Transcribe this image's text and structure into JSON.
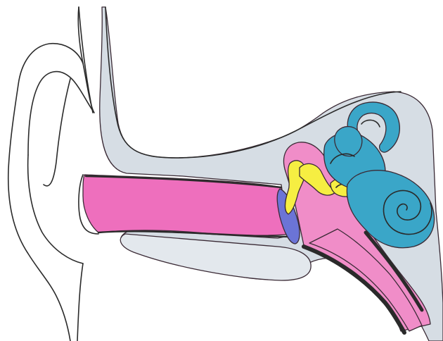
{
  "colors": {
    "paper": "#ffffff",
    "bone_gray": "#d6dde4",
    "bone_gray_light": "#e3e8ed",
    "canal_pink": "#ee6fbd",
    "tube_pink": "#f08dc8",
    "tube_edge_magenta": "#e0208a",
    "eardrum_blue": "#6b74d6",
    "ossicle_yellow": "#f6ee42",
    "inner_ear_cyan": "#3aa6c8",
    "line": "#2a2a2a"
  },
  "parts": [
    {
      "id": "outer-ear",
      "color": "none"
    },
    {
      "id": "skull-bone",
      "color": "bone_gray"
    },
    {
      "id": "ear-canal",
      "color": "canal_pink"
    },
    {
      "id": "eardrum",
      "color": "eardrum_blue"
    },
    {
      "id": "middle-ear-cavity",
      "color": "tube_pink"
    },
    {
      "id": "ossicles",
      "color": "ossicle_yellow"
    },
    {
      "id": "semicircular-canals",
      "color": "inner_ear_cyan"
    },
    {
      "id": "cochlea",
      "color": "inner_ear_cyan"
    },
    {
      "id": "eustachian-tube",
      "color": "tube_pink"
    }
  ]
}
